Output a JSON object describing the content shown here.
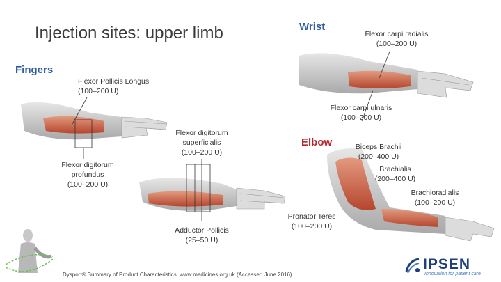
{
  "title": "Injection sites: upper limb",
  "sections": {
    "fingers": "Fingers",
    "wrist": "Wrist",
    "elbow": "Elbow"
  },
  "labels": {
    "fpl": {
      "name": "Flexor Pollicis Longus",
      "dose": "(100–200 U)"
    },
    "fdp": {
      "name1": "Flexor digitorum",
      "name2": "profundus",
      "dose": "(100–200 U)"
    },
    "fds": {
      "name1": "Flexor digitorum",
      "name2": "superficialis",
      "dose": "(100–200 U)"
    },
    "ap": {
      "name": "Adductor Pollicis",
      "dose": "(25–50 U)"
    },
    "fcr": {
      "name": "Flexor carpi radialis",
      "dose": "(100–200 U)"
    },
    "fcu": {
      "name": "Flexor carpi ulnaris",
      "dose": "(100–200 U)"
    },
    "bb": {
      "name": "Biceps Brachii",
      "dose": "(200–400 U)"
    },
    "br": {
      "name": "Brachialis",
      "dose": "(200–400 U)"
    },
    "brd": {
      "name": "Brachioradialis",
      "dose": "(100–200 U)"
    },
    "pt": {
      "name": "Pronator Teres",
      "dose": "(100–200 U)"
    }
  },
  "footer": "Dysport® Summary of Product Characteristics. www.medicines.org.uk (Accessed June 2016)",
  "brand": {
    "name": "IPSEN",
    "tagline": "Innovation for patient care"
  },
  "colors": {
    "section_blue": "#2e5fa0",
    "section_red": "#b3282d",
    "brand_blue": "#1e3f7a"
  }
}
